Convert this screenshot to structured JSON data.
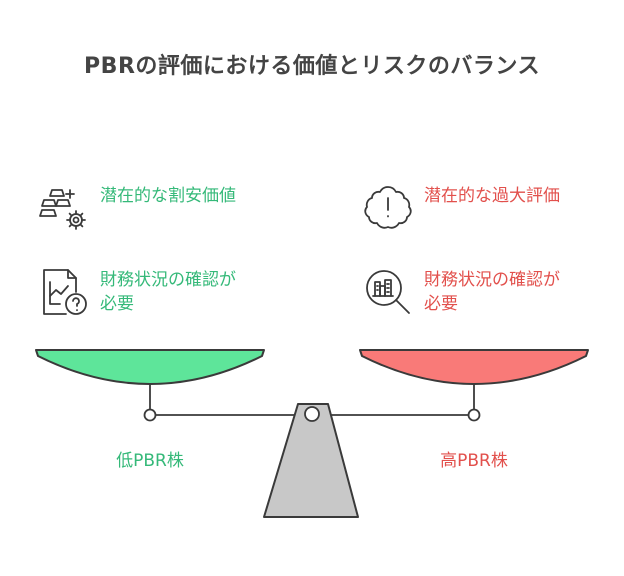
{
  "title": "PBRの評価における価値とリスクのバランス",
  "left": {
    "items": [
      {
        "icon": "gold-bars-gear-icon",
        "label": "潜在的な割安価値"
      },
      {
        "icon": "chart-document-question-icon",
        "label": "財務状況の確認が必要"
      }
    ],
    "pan_label": "低PBR株",
    "color": "#35b979",
    "pan_color": "#5ee59a"
  },
  "right": {
    "items": [
      {
        "icon": "warning-cloud-icon",
        "label": "潜在的な過大評価"
      },
      {
        "icon": "magnifier-chart-icon",
        "label": "財務状況の確認が必要"
      }
    ],
    "pan_label": "高PBR株",
    "color": "#e2504c",
    "pan_color": "#f97a78"
  }
}
